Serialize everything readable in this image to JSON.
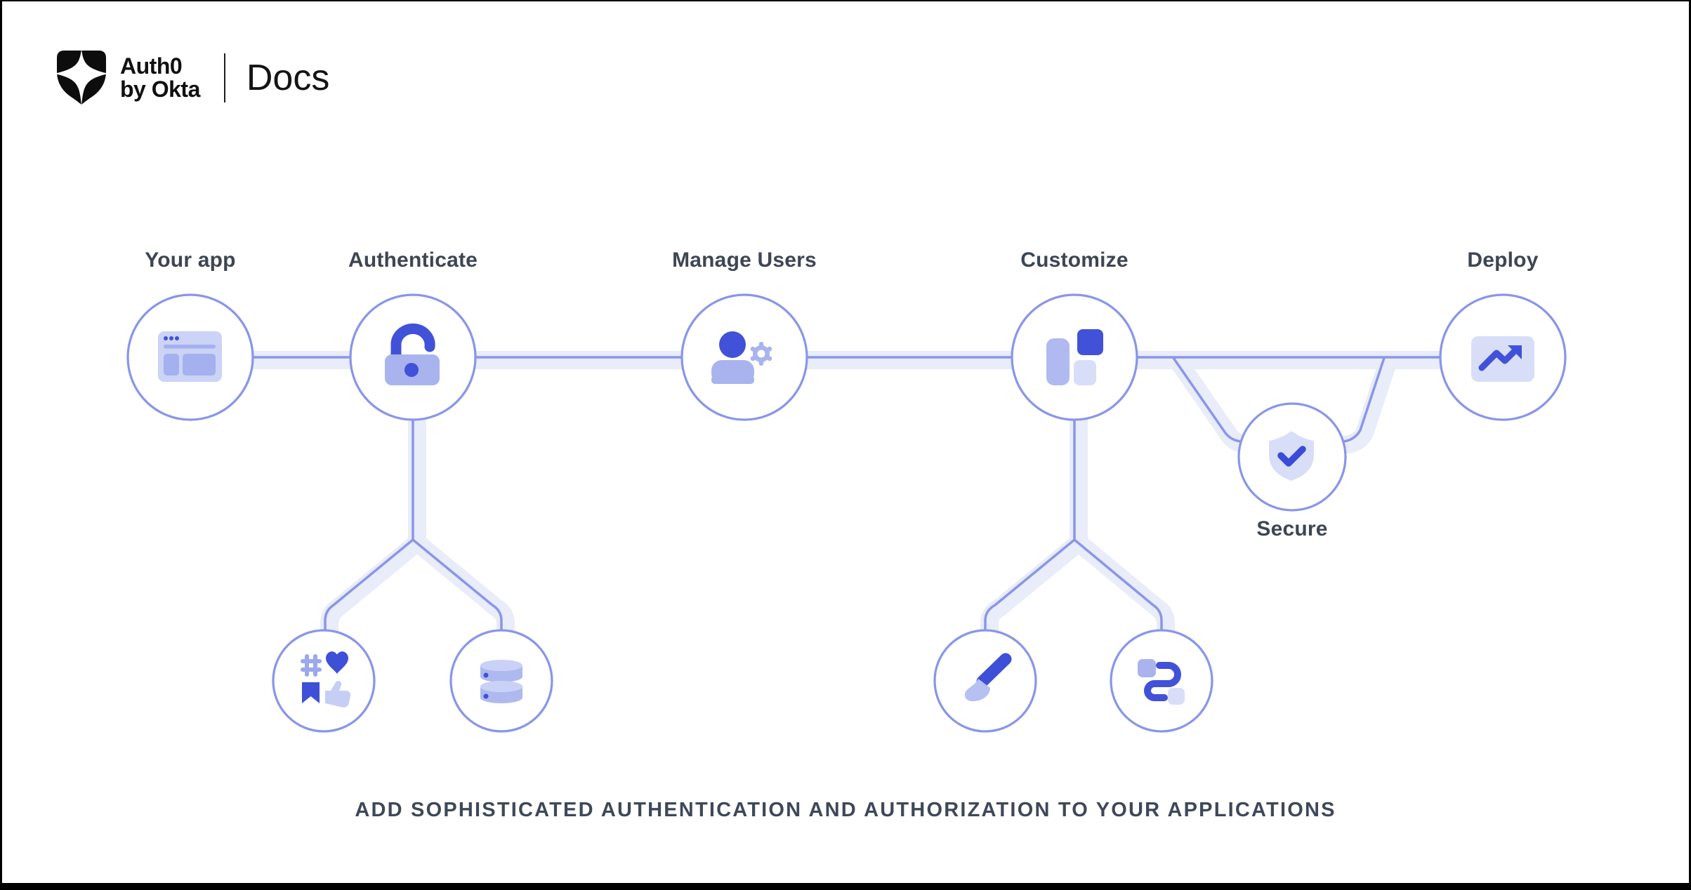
{
  "header": {
    "brand_line1": "Auth0",
    "brand_line2": "by Okta",
    "product": "Docs"
  },
  "diagram": {
    "nodes": [
      {
        "label": "Your app",
        "icon": "browser-window-icon"
      },
      {
        "label": "Authenticate",
        "icon": "unlock-icon"
      },
      {
        "label": "Manage Users",
        "icon": "user-gear-icon"
      },
      {
        "label": "Customize",
        "icon": "layout-blocks-icon"
      },
      {
        "label": "Secure",
        "icon": "shield-check-icon"
      },
      {
        "label": "Deploy",
        "icon": "trend-chart-icon"
      }
    ],
    "sub_nodes": [
      {
        "parent": "Authenticate",
        "icon": "social-engagement-icon"
      },
      {
        "parent": "Authenticate",
        "icon": "database-icon"
      },
      {
        "parent": "Customize",
        "icon": "paintbrush-icon"
      },
      {
        "parent": "Customize",
        "icon": "route-icon"
      }
    ]
  },
  "tagline": "ADD SOPHISTICATED AUTHENTICATION AND AUTHORIZATION TO YOUR APPLICATIONS",
  "colors": {
    "accent_strong": "#4152d8",
    "accent_medium": "#a9b4ee",
    "accent_light": "#cbd3f6",
    "accent_faint": "#d8def8",
    "connector_line": "#8996e8",
    "connector_band": "#e9ecf9",
    "label_text": "#3e4553",
    "tagline_text": "#3f4859",
    "logo_black": "#0d0d0d"
  }
}
